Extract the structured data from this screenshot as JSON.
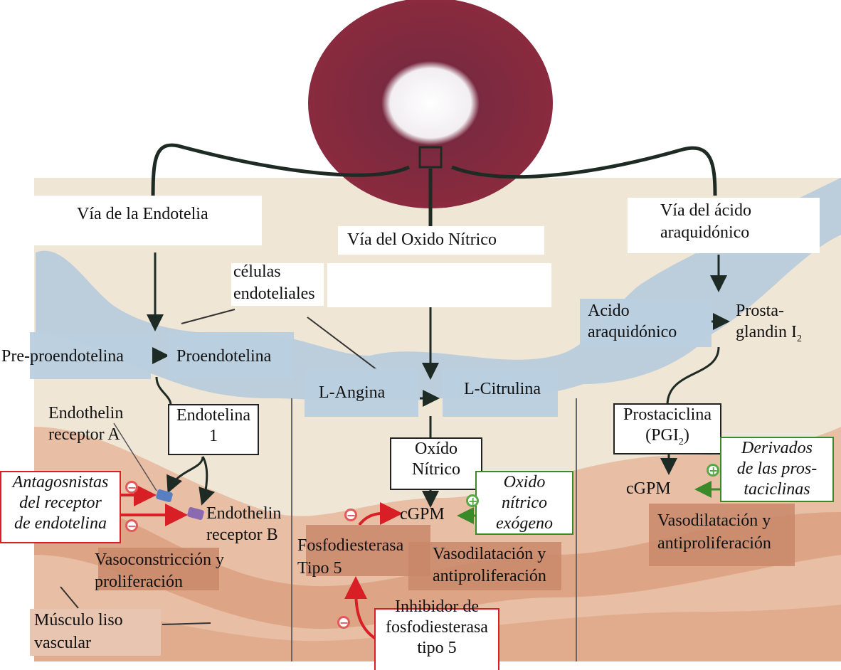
{
  "colors": {
    "endothelium_blue": "#b9cfe0",
    "smooth_muscle_tan": "#c9876a",
    "tissue_cream": "#efe6d6",
    "inhibitor_red": "#d91f26",
    "agonist_green": "#3a8a2a",
    "vessel_crimson": "#8a2a3e"
  },
  "top": {
    "vessel_image": "vessel-cross-section-micrograph"
  },
  "pathways": {
    "endothelin": {
      "title": "Vía de la Endotelia",
      "pre": "Pre-proendotelina",
      "pro": "Proendotelina",
      "endothelin1_line1": "Endotelina",
      "endothelin1_line2": "1",
      "receptor_a_line1": "Endothelin",
      "receptor_a_line2": "receptor A",
      "receptor_b_line1": "Endothelin",
      "receptor_b_line2": "receptor B",
      "antagonists_line1": "Antagosnistas",
      "antagonists_line2": "del receptor",
      "antagonists_line3": "de endotelina",
      "effect_line1": "Vasoconstricción y",
      "effect_line2": "proliferación"
    },
    "nitric_oxide": {
      "title": "Vía del Oxido Nítrico",
      "l_arg": "L-Angina",
      "l_cit": "L-Citrulina",
      "no_line1": "Oxído",
      "no_line2": "Nítrico",
      "cgmp": "cGPM",
      "exo_line1": "Oxido",
      "exo_line2": "nítrico",
      "exo_line3": "exógeno",
      "pde_line1": "Fosfodiesterasa",
      "pde_line2": "Tipo 5",
      "effect_line1": "Vasodilatación y",
      "effect_line2": "antiproliferación",
      "inhib_line1": "Inhibidor de",
      "inhib_line2": "fosfodiesterasa",
      "inhib_line3": "tipo 5"
    },
    "arachidonic": {
      "title_line1": "Vía del ácido",
      "title_line2": "araquidónico",
      "acid_line1": "Acido",
      "acid_line2": "araquidónico",
      "pg_line1": "Prosta-",
      "pg_line2": "glandin I",
      "pg_sub": "2",
      "prostacyclin_line1": "Prostaciclina",
      "prostacyclin_line2a": "(PGI",
      "prostacyclin_sub": "2",
      "prostacyclin_line2b": ")",
      "cgmp": "cGPM",
      "deriv_line1": "Derivados",
      "deriv_line2": "de las pros-",
      "deriv_line3": "taciclinas",
      "effect_line1": "Vasodilatación y",
      "effect_line2": "antiproliferación"
    }
  },
  "labels": {
    "endothelial_cells_line1": "células",
    "endothelial_cells_line2": "endoteliales",
    "smooth_muscle_line1": "Músculo liso",
    "smooth_muscle_line2": "vascular"
  },
  "symbols": {
    "minus": "−",
    "plus": "+"
  }
}
